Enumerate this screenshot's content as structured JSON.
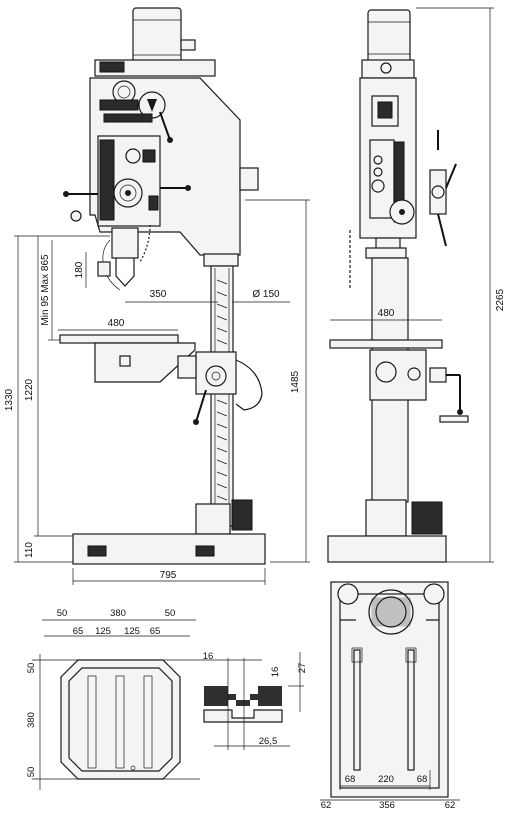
{
  "dimensions": {
    "d2265": "2265",
    "d1485": "1485",
    "d1330": "1330",
    "d1220": "1220",
    "d110": "110",
    "d795": "795",
    "d350": "350",
    "d150": "Ø 150",
    "d480_front": "480",
    "d480_side": "480",
    "d180": "180",
    "dMinMax": "Min 95 Max 865",
    "t50a": "50",
    "t380": "380",
    "t50b": "50",
    "t65a": "65",
    "t125a": "125",
    "t125b": "125",
    "t65b": "65",
    "t50l": "50",
    "t380l": "380",
    "t50l2": "50",
    "s16a": "16",
    "s16b": "16",
    "s27": "27",
    "s26_5": "26,5",
    "b68a": "68",
    "b220": "220",
    "b68b": "68",
    "b62a": "62",
    "b356": "356",
    "b62b": "62"
  }
}
